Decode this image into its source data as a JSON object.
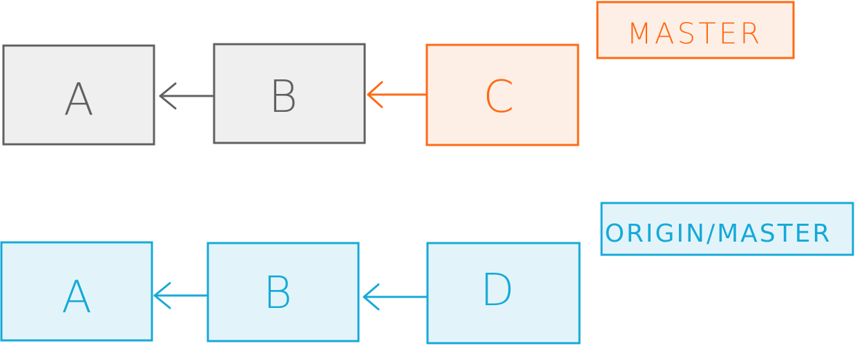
{
  "colors": {
    "gray_stroke": "#606060",
    "gray_fill": "#efefef",
    "orange_stroke": "#fe6a14",
    "orange_fill": "#feefe6",
    "blue_stroke": "#16a9d8",
    "blue_fill": "#e2f4fa"
  },
  "local_row": {
    "commits": [
      {
        "label": "A",
        "color": "gray"
      },
      {
        "label": "B",
        "color": "gray"
      },
      {
        "label": "C",
        "color": "orange"
      }
    ],
    "ref": {
      "label": "MASTER",
      "color": "orange"
    }
  },
  "remote_row": {
    "commits": [
      {
        "label": "A",
        "color": "blue"
      },
      {
        "label": "B",
        "color": "blue"
      },
      {
        "label": "D",
        "color": "blue"
      }
    ],
    "ref": {
      "label": "ORIGIN/MASTER",
      "color": "blue"
    }
  }
}
